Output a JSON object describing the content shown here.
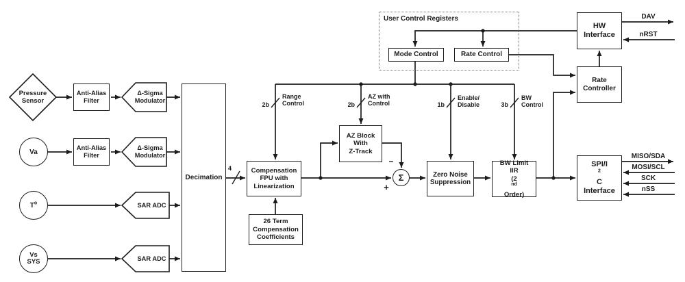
{
  "diagram": {
    "colors": {
      "line": "#1c1c1c",
      "background": "#ffffff"
    },
    "inputs": {
      "pressure_sensor": [
        "Pressure",
        "Sensor"
      ],
      "va": "Va",
      "temp": {
        "base": "T",
        "sup": "o"
      },
      "vs": [
        "Vs",
        "SYS"
      ]
    },
    "front_end": {
      "anti_alias_1": [
        "Anti-Alias",
        "Filter"
      ],
      "anti_alias_2": [
        "Anti-Alias",
        "Filter"
      ],
      "delta_sigma_1": [
        "Δ-Sigma",
        "Modulator"
      ],
      "delta_sigma_2": [
        "Δ-Sigma",
        "Modulator"
      ],
      "sar_adc_1": "SAR ADC",
      "sar_adc_2": "SAR ADC",
      "decimation": "Decimation"
    },
    "dsp": {
      "comp_fpu": [
        "Compensation",
        "FPU with",
        "Linearization"
      ],
      "coefficients": [
        "26 Term",
        "Compensation",
        "Coefficients"
      ],
      "az_block": [
        "AZ Block",
        "With",
        "Z-Track"
      ],
      "summer": "Σ",
      "summer_minus": "−",
      "summer_plus": "+",
      "zero_noise": [
        "Zero Noise",
        "Suppression"
      ],
      "bw_limit": {
        "line1": "BW Limit",
        "line2": "IIR",
        "l3_pre": "(2",
        "l3_sup": "nd",
        "l3_post": " Order)"
      }
    },
    "control": {
      "ucr_title": "User Control Registers",
      "mode_control": "Mode Control",
      "rate_control": "Rate Control",
      "rate_controller": [
        "Rate",
        "Controller"
      ]
    },
    "interfaces": {
      "hw": [
        "HW",
        "Interface"
      ],
      "spi": {
        "l1_pre": "SPI/I",
        "l1_sup": "2",
        "l1_post": "C",
        "l2": "Interface"
      }
    },
    "buses": {
      "decim_width": "4",
      "range": {
        "bits": "2b",
        "l1": "Range",
        "l2": "Control"
      },
      "az": {
        "bits": "2b",
        "l1": "AZ with",
        "l2": "Control"
      },
      "enable": {
        "bits": "1b",
        "l1": "Enable/",
        "l2": "Disable"
      },
      "bw": {
        "bits": "3b",
        "l1": "BW",
        "l2": "Control"
      }
    },
    "signals": {
      "dav": "DAV",
      "nrst": "nRST",
      "miso": "MISO/SDA",
      "mosi": "MOSI/SCL",
      "sck": "SCK",
      "nss": "nSS"
    }
  }
}
